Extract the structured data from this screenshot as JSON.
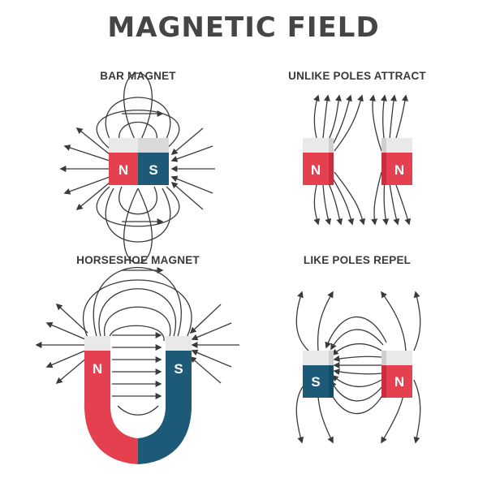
{
  "title": "MAGNETIC FIELD",
  "panels": {
    "bar_magnet": {
      "title": "BAR MAGNET",
      "left_pole": "N",
      "right_pole": "S"
    },
    "unlike_poles": {
      "title": "UNLIKE POLES ATTRACT",
      "left_pole": "N",
      "right_pole": "N"
    },
    "horseshoe": {
      "title": "HORSESHOE MAGNET",
      "left_pole": "N",
      "right_pole": "S"
    },
    "like_poles": {
      "title": "LIKE POLES REPEL",
      "left_pole": "S",
      "right_pole": "N"
    }
  },
  "colors": {
    "red": "#e4404f",
    "red_dark": "#c92f3e",
    "blue": "#1d5a78",
    "blue_dark": "#174a64",
    "cap": "#e9e9e9",
    "cap_side": "#d0d0d0",
    "line": "#3a3a3a"
  }
}
